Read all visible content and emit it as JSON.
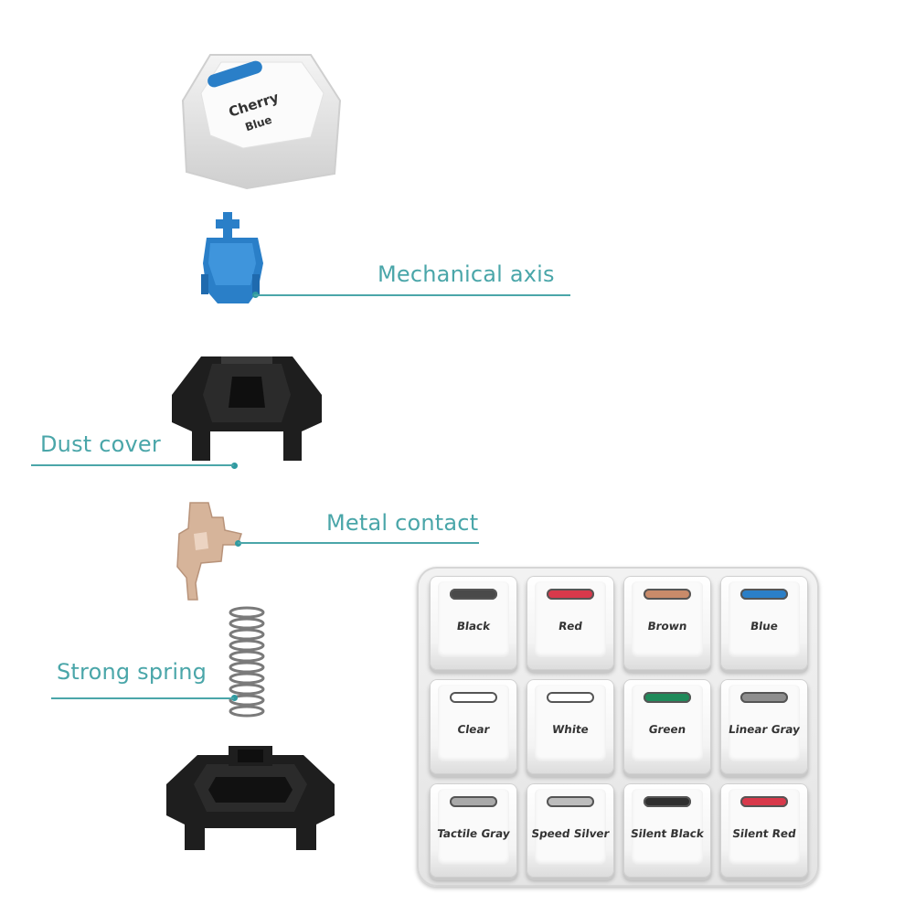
{
  "keycap": {
    "line1": "Cherry",
    "line2": "Blue",
    "accent": "#2a7fc8"
  },
  "labels": {
    "mechanical_axis": "Mechanical axis",
    "dust_cover": "Dust cover",
    "metal_contact": "Metal contact",
    "strong_spring": "Strong spring"
  },
  "colors": {
    "label": "#4aa6a9",
    "stem": "#2a7fc8",
    "housing": "#1e1e1e",
    "contact": "#d6b49a"
  },
  "sampler": {
    "keys": [
      {
        "name": "Black",
        "color": "#4a4a4a"
      },
      {
        "name": "Red",
        "color": "#d8394b"
      },
      {
        "name": "Brown",
        "color": "#c98b6a"
      },
      {
        "name": "Blue",
        "color": "#2a7fc8"
      },
      {
        "name": "Clear",
        "color": "#ffffff"
      },
      {
        "name": "White",
        "color": "#ffffff"
      },
      {
        "name": "Green",
        "color": "#1f8a5a"
      },
      {
        "name": "Linear Gray",
        "color": "#8e8e8e"
      },
      {
        "name": "Tactile Gray",
        "color": "#a9a9a9"
      },
      {
        "name": "Speed Silver",
        "color": "#bdbdbd"
      },
      {
        "name": "Silent Black",
        "color": "#2f2f2f"
      },
      {
        "name": "Silent Red",
        "color": "#d8394b"
      }
    ]
  }
}
